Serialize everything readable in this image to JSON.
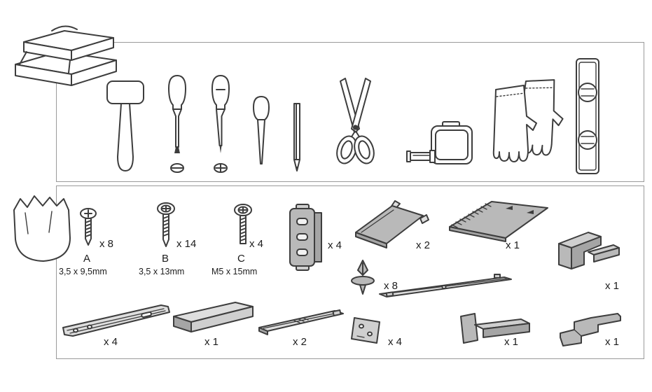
{
  "document": {
    "kind": "assembly-instruction-sheet"
  },
  "colors": {
    "line": "#3d3d3d",
    "panel_border": "#9a9a9a",
    "part_gray": "#b9b9b9",
    "background": "#ffffff"
  },
  "tools_panel": {
    "items": [
      {
        "name": "toolbox"
      },
      {
        "name": "mallet"
      },
      {
        "name": "flathead-screwdriver"
      },
      {
        "name": "phillips-screwdriver"
      },
      {
        "name": "bradawl"
      },
      {
        "name": "pencil"
      },
      {
        "name": "scissors"
      },
      {
        "name": "tape-measure"
      },
      {
        "name": "work-gloves"
      },
      {
        "name": "spirit-level"
      }
    ]
  },
  "parts_panel": {
    "hardware_bag": {
      "name": "parts-bag"
    },
    "fasteners": [
      {
        "label": "A",
        "qty": "x 8",
        "size": "3,5 x 9,5mm"
      },
      {
        "label": "B",
        "qty": "x 14",
        "size": "3,5 x 13mm"
      },
      {
        "label": "C",
        "qty": "x 4",
        "size": "M5 x 15mm"
      }
    ],
    "parts": [
      {
        "name": "mounting-plate",
        "qty": "x 4"
      },
      {
        "name": "corner-cover",
        "qty": "x 2"
      },
      {
        "name": "serrated-cover",
        "qty": "x 1"
      },
      {
        "name": "hook-bracket",
        "qty": "x 1"
      },
      {
        "name": "expansion-pin",
        "qty": "x 8"
      },
      {
        "name": "drawer-slide",
        "qty": "x 4"
      },
      {
        "name": "support-rail",
        "qty": "x 1"
      },
      {
        "name": "runner-rail",
        "qty": "x 2"
      },
      {
        "name": "slide-rail-set",
        "qty": "x 4"
      },
      {
        "name": "corner-bracket",
        "qty": "x 1"
      },
      {
        "name": "wall-hook",
        "qty": "x 1"
      }
    ]
  }
}
